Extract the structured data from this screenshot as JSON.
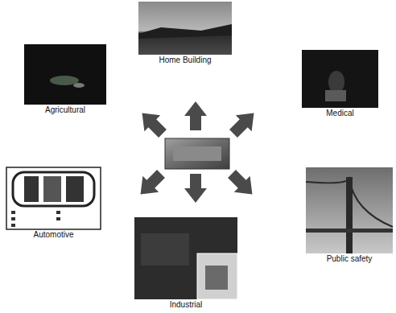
{
  "diagram": {
    "nodes": [
      {
        "text": [
          "Home Building"
        ]
      },
      {
        "text": [
          "Agricultural"
        ]
      },
      {
        "text": [
          "Medical"
        ]
      },
      {
        "text": [
          "Automotive"
        ]
      },
      {
        "text": [
          "Public safety"
        ]
      },
      {
        "text": [
          "Industrial"
        ]
      }
    ]
  }
}
